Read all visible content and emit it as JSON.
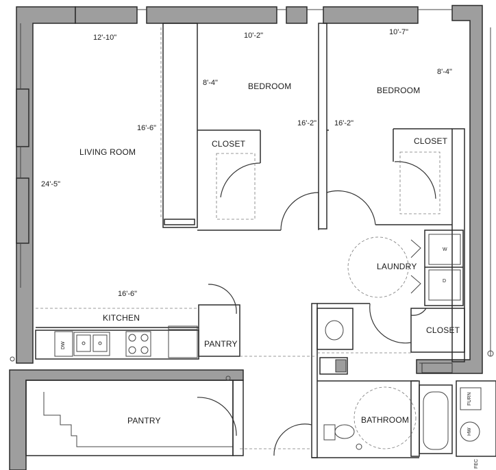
{
  "rooms": {
    "living_room": "LIVING ROOM",
    "bedroom_1": "BEDROOM",
    "bedroom_2": "BEDROOM",
    "closet_1": "CLOSET",
    "closet_2": "CLOSET",
    "closet_3": "CLOSET",
    "laundry": "LAUNDRY",
    "kitchen": "KITCHEN",
    "pantry_small": "PANTRY",
    "pantry_large": "PANTRY",
    "bathroom": "BATHROOM"
  },
  "dimensions": {
    "living_width": "12'-10\"",
    "living_depth": "24'-5\"",
    "living_inner": "16'-6\"",
    "kitchen_width": "16'-6\"",
    "bed1_width": "10'-2\"",
    "bed1_depth": "8'-4\"",
    "bed1_length": "16'-2\"",
    "bed2_width": "10'-7\"",
    "bed2_depth": "8'-4\"",
    "bed2_length": "16'-2\""
  },
  "fixtures": {
    "washer": "W",
    "dryer": "D",
    "dishwasher": "DW",
    "furnace": "FURN",
    "water_heater": "HW",
    "extinguisher": "FEC"
  }
}
